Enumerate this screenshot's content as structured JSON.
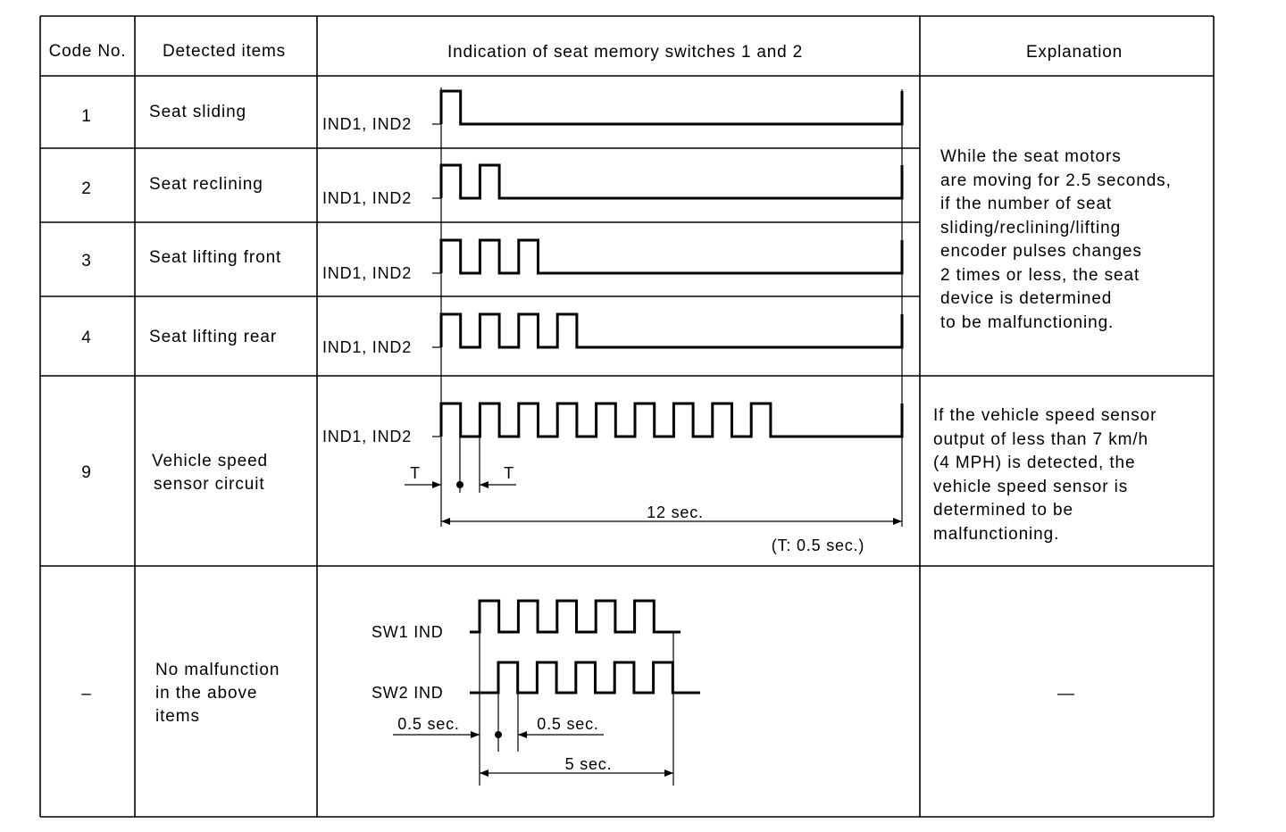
{
  "headers": {
    "code": "Code No.",
    "detected": "Detected items",
    "indication": "Indication of seat memory switches 1 and 2",
    "explanation": "Explanation"
  },
  "rows": [
    {
      "code": "1",
      "item": [
        "Seat sliding"
      ],
      "signal": "IND1, IND2",
      "pulses": 1
    },
    {
      "code": "2",
      "item": [
        "Seat reclining"
      ],
      "signal": "IND1, IND2",
      "pulses": 2
    },
    {
      "code": "3",
      "item": [
        "Seat lifting front"
      ],
      "signal": "IND1, IND2",
      "pulses": 3
    },
    {
      "code": "4",
      "item": [
        "Seat lifting rear"
      ],
      "signal": "IND1, IND2",
      "pulses": 4
    },
    {
      "code": "9",
      "item": [
        "Vehicle speed",
        "sensor circuit"
      ],
      "signal": "IND1, IND2",
      "pulses": 9
    },
    {
      "code": "–",
      "item": [
        "No malfunction",
        "in the above",
        "items"
      ],
      "signal": "",
      "pulses": 0
    }
  ],
  "explanations": {
    "motors": [
      "While the seat motors",
      "are moving for 2.5 seconds,",
      "if the number of seat",
      "sliding/reclining/lifting",
      "encoder pulses changes",
      "2 times or less, the seat",
      "device is determined",
      "to be malfunctioning."
    ],
    "speed": [
      "If the vehicle speed sensor",
      "output of less than 7 km/h",
      "(4 MPH) is detected, the",
      "vehicle speed sensor is",
      "determined to be",
      "malfunctioning."
    ],
    "none": "—"
  },
  "annotations": {
    "t_left": "T",
    "t_right": "T",
    "period": "12 sec.",
    "t_note": "(T: 0.5 sec.)",
    "sw1": "SW1 IND",
    "sw2": "SW2 IND",
    "half_left": "0.5 sec.",
    "half_right": "0.5 sec.",
    "five": "5 sec."
  }
}
